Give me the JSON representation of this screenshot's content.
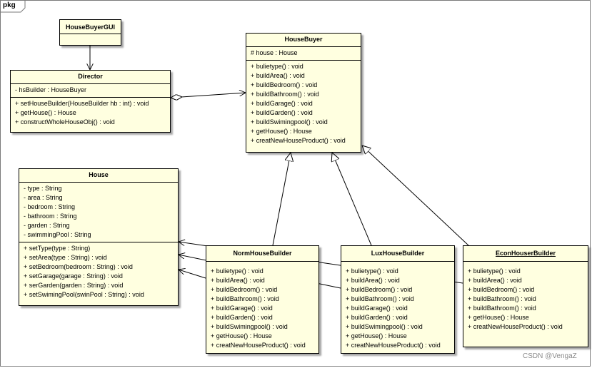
{
  "package_label": "pkg",
  "classes": {
    "gui": {
      "name": "HouseBuyerGUI"
    },
    "director": {
      "name": "Director",
      "attributes": [
        "- hsBuilder : HouseBuyer"
      ],
      "operations": [
        "+ setHouseBuilder(HouseBuilder hb : int) : void",
        "+ getHouse() : House",
        "+ constructWholeHouseObj() : void"
      ]
    },
    "housebuyer": {
      "name": "HouseBuyer",
      "attributes": [
        "# house : House"
      ],
      "operations": [
        "+ bulietype() : void",
        "+ buildArea() : void",
        "+ buildBedroom() : void",
        "+ buildBathroom() : void",
        "+ buildGarage() : void",
        "+ buildGarden() : void",
        "+ buildSwimingpool() : void",
        "+ getHouse() : House",
        "+ creatNewHouseProduct() : void"
      ]
    },
    "house": {
      "name": "House",
      "attributes": [
        "- type : String",
        "- area : String",
        "- bedroom : String",
        "- bathroom : String",
        "- garden : String",
        "- swimmingPool : String"
      ],
      "operations": [
        "+ setType(type : String)",
        "+ setArea(type : String) : void",
        "+ setBedroom(bedroom : String) : void",
        "+ setGarage(garage : String) : void",
        "+ serGarden(garden : String) : void",
        "+ setSwimingPool(swinPool : String) : void"
      ]
    },
    "norm": {
      "name": "NormHouseBuilder",
      "operations": [
        "+ bulietype() : void",
        "+ buildArea() : void",
        "+ buildBedroom() : void",
        "+ buildBathroom() : void",
        "+ buildGarage() : void",
        "+ buildGarden() : void",
        "+ buildSwimingpool() : void",
        "+ getHouse() : House",
        "+ creatNewHouseProduct() : void"
      ]
    },
    "lux": {
      "name": "LuxHouseBuilder",
      "operations": [
        "+ bulietype() : void",
        "+ buildArea() : void",
        "+ buildBedroom() : void",
        "+ buildBathroom() : void",
        "+ buildGarage() : void",
        "+ buildGarden() : void",
        "+ buildSwimingpool() : void",
        "+ getHouse() : House",
        "+ creatNewHouseProduct() : void"
      ]
    },
    "econ": {
      "name": "EconHouserBuilder",
      "operations": [
        "+ bulietype() : void",
        "+ buildArea() : void",
        "+ buildBedroom() : void",
        "+ buildBathroom() : void",
        "+ buildBathroom() : void",
        "+ getHouse() : House",
        "+ creatNewHouseProduct() : void"
      ]
    }
  },
  "watermark": "CSDN @VengaZ",
  "colors": {
    "class_fill": "#ffffe0",
    "line": "#000000",
    "frame": "#7a7a7a"
  }
}
